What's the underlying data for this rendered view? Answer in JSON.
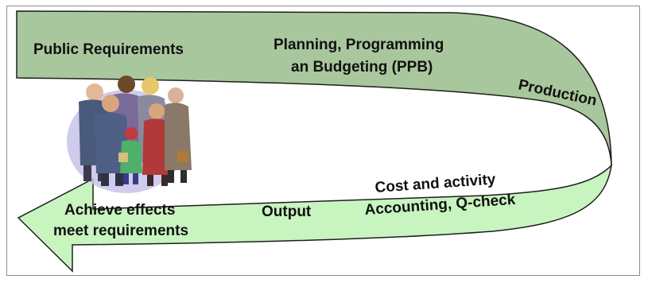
{
  "colors": {
    "band_top": "#a9c79c",
    "band_bottom": "#c8f4c0",
    "band_stroke": "#1e1e1e",
    "frame_border": "#8c8c8c"
  },
  "labels": {
    "public_requirements": "Public Requirements",
    "ppb_line1": "Planning, Programming",
    "ppb_line2": "an Budgeting (PPB)",
    "production": "Production",
    "cost_line1": "Cost and activity",
    "cost_line2": "Accounting, Q-check",
    "output": "Output",
    "achieve_line1": "Achieve effects",
    "achieve_line2": "meet requirements"
  },
  "illustration": {
    "icon": "group-of-people-clipart"
  }
}
